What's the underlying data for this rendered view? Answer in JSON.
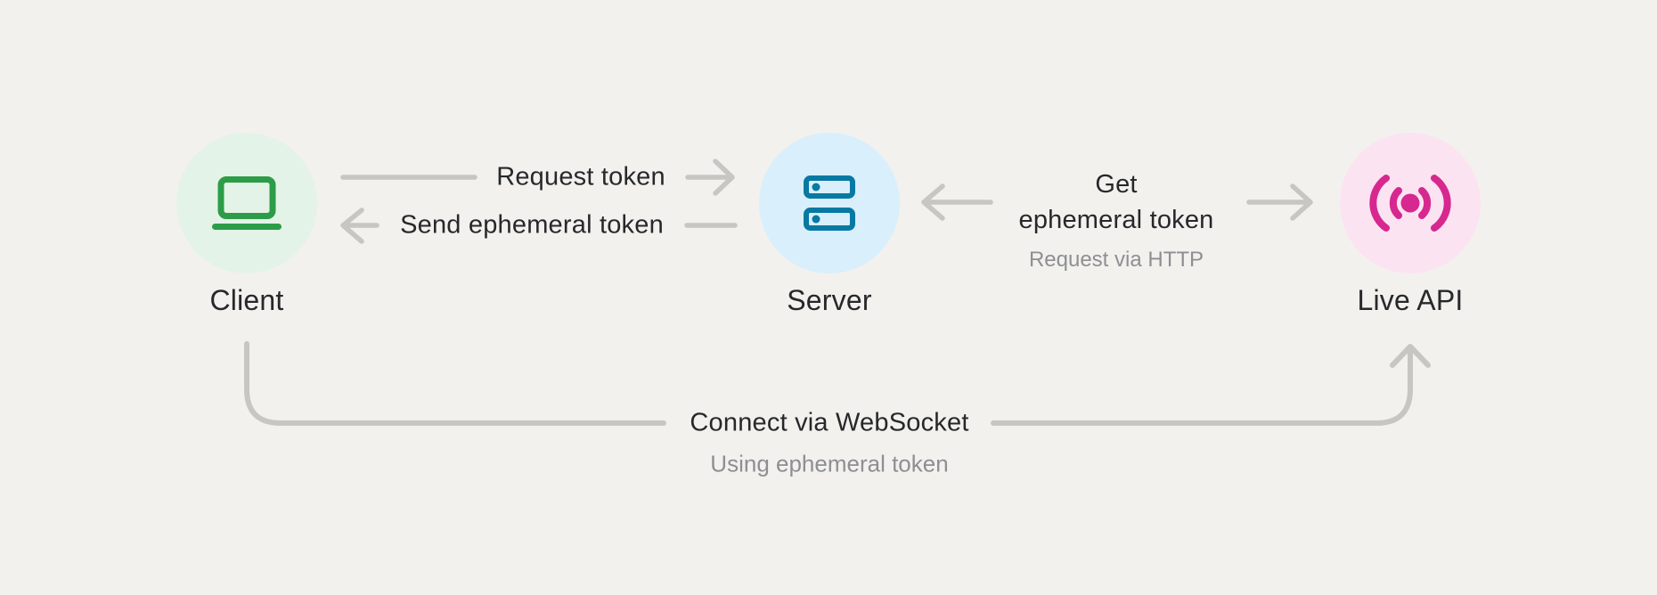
{
  "colors": {
    "background": "#F2F1EE",
    "connector": "#C6C6C3",
    "text_dark": "#27282A",
    "text_gray": "#8E8F92",
    "client_green": "#2D9C48",
    "client_bg": "#E4F3E7",
    "server_teal": "#0779A3",
    "server_bg": "#D9EFFB",
    "liveapi_pink": "#D6288E",
    "liveapi_bg": "#FBE3F2"
  },
  "nodes": {
    "client": {
      "label": "Client",
      "icon": "laptop-icon"
    },
    "server": {
      "label": "Server",
      "icon": "server-stack-icon"
    },
    "live_api": {
      "label": "Live API",
      "icon": "broadcast-icon"
    }
  },
  "edges": {
    "request_token": {
      "label": "Request token",
      "from": "Client",
      "to": "Server"
    },
    "send_ephemeral_token": {
      "label": "Send ephemeral token",
      "from": "Server",
      "to": "Client"
    },
    "get_ephemeral_token": {
      "label_line1": "Get",
      "label_line2": "ephemeral token",
      "sublabel": "Request via HTTP",
      "from": "Server",
      "to": "Live API"
    },
    "connect_websocket": {
      "label": "Connect via WebSocket",
      "sublabel": "Using ephemeral token",
      "from": "Client",
      "to": "Live API"
    }
  }
}
